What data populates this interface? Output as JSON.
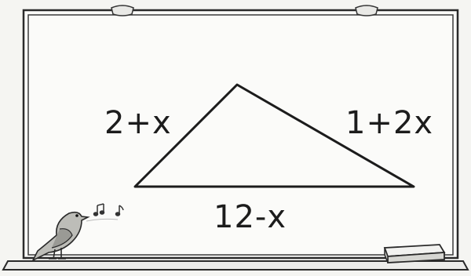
{
  "diagram": {
    "shape": "triangle",
    "side_labels": {
      "left": "2+x",
      "right": "1+2x",
      "bottom": "12-x"
    }
  },
  "scene": {
    "board": "whiteboard",
    "decorations": [
      "bird-icon",
      "music-notes-icon",
      "eraser-icon",
      "board-clip-icon"
    ]
  }
}
